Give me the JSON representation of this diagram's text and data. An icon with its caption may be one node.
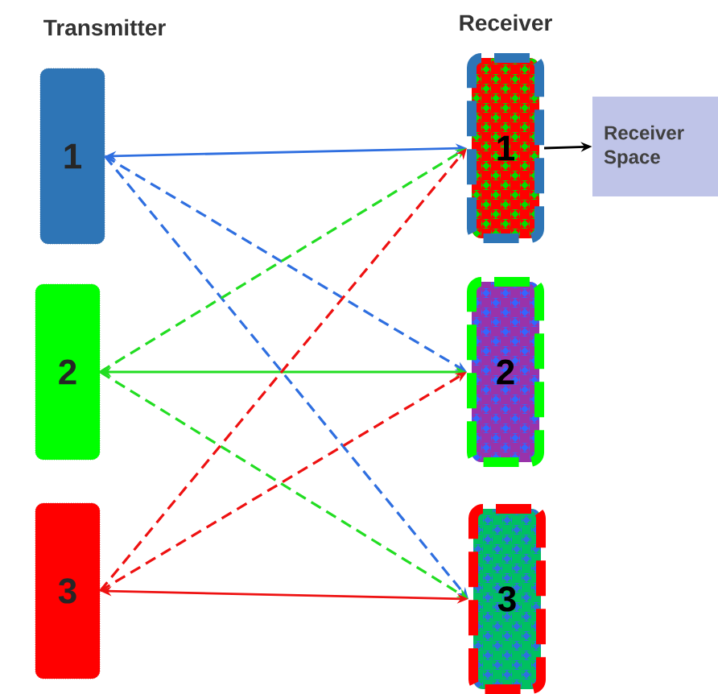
{
  "diagram": {
    "nodes": [
      {
        "text": [
          "1"
        ]
      },
      {
        "text": [
          "2"
        ]
      },
      {
        "text": [
          "3"
        ]
      },
      {
        "text": [
          "1"
        ]
      },
      {
        "text": [
          "2"
        ]
      },
      {
        "text": [
          "3"
        ]
      },
      {
        "text": [
          "Receiver Space"
        ]
      }
    ],
    "edges": [
      {
        "from": 0,
        "to": 3,
        "arrow": "both",
        "color": "#2f6fe0"
      },
      {
        "from": 0,
        "to": 4,
        "arrow": "to",
        "style": "dashed",
        "color": "#2f6fe0"
      },
      {
        "from": 0,
        "to": 5,
        "arrow": "to",
        "style": "dashed",
        "color": "#2f6fe0"
      },
      {
        "from": 1,
        "to": 3,
        "arrow": "to",
        "style": "dashed",
        "color": "#22dd22"
      },
      {
        "from": 1,
        "to": 4,
        "arrow": "both",
        "color": "#22dd22"
      },
      {
        "from": 1,
        "to": 5,
        "arrow": "to",
        "style": "dashed",
        "color": "#22dd22"
      },
      {
        "from": 2,
        "to": 3,
        "arrow": "to",
        "style": "dashed",
        "color": "#ee1111"
      },
      {
        "from": 2,
        "to": 4,
        "arrow": "to",
        "style": "dashed",
        "color": "#ee1111"
      },
      {
        "from": 2,
        "to": 5,
        "arrow": "both",
        "color": "#ee1111"
      },
      {
        "from": 3,
        "to": 6,
        "arrow": "to",
        "color": "#000000"
      }
    ],
    "labels": [
      "Transmitter",
      "Receiver"
    ]
  }
}
